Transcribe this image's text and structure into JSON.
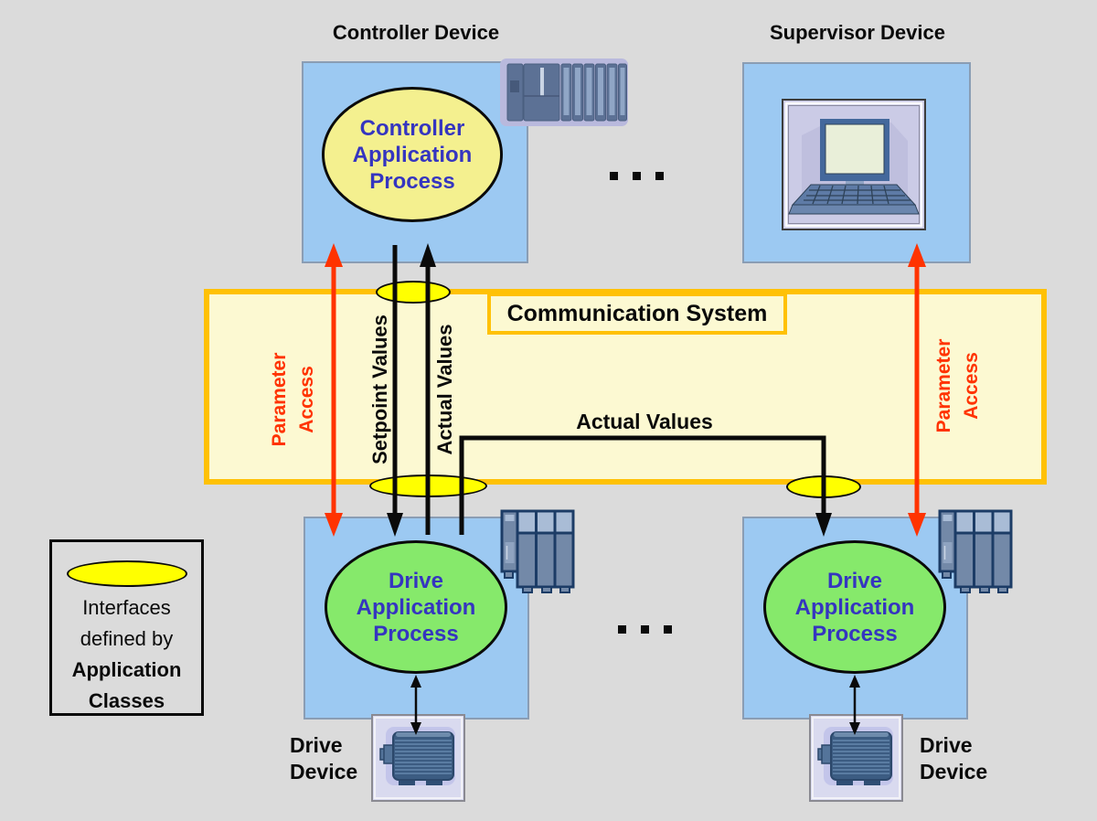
{
  "devices": {
    "controller": {
      "label": "Controller Device",
      "process": "Controller\nApplication\nProcess"
    },
    "supervisor": {
      "label": "Supervisor Device"
    },
    "drive_left": {
      "process": "Drive\nApplication\nProcess",
      "label": "Drive\nDevice"
    },
    "drive_right": {
      "process": "Drive\nApplication\nProcess",
      "label": "Drive\nDevice"
    }
  },
  "communication_system": {
    "title": "Communication System"
  },
  "flows": {
    "parameter_access_left": "Parameter\nAccess",
    "parameter_access_right": "Parameter\nAccess",
    "setpoint_values": "Setpoint Values",
    "actual_values_vertical": "Actual Values",
    "actual_values_horizontal": "Actual Values"
  },
  "legend": {
    "line1": "Interfaces",
    "line2": "defined by",
    "line3": "Application",
    "line4": "Classes"
  },
  "icons": {
    "controller": "plc-rack-icon",
    "supervisor": "laptop-icon",
    "drive": "drive-module-icon",
    "motor": "motor-icon",
    "ellipsis": "more-devices-dots"
  },
  "colors": {
    "background": "#DBDBDB",
    "device_box_blue": "#9CC9F2",
    "comm_fill": "#FCF9D2",
    "comm_border": "#FFC105",
    "interface_ellipse_yellow": "#FFFF00",
    "controller_process_yellow": "#F4F08F",
    "drive_process_green": "#86E96B",
    "parameter_access_red": "#FF3300",
    "process_text_blue": "#3535C0"
  }
}
